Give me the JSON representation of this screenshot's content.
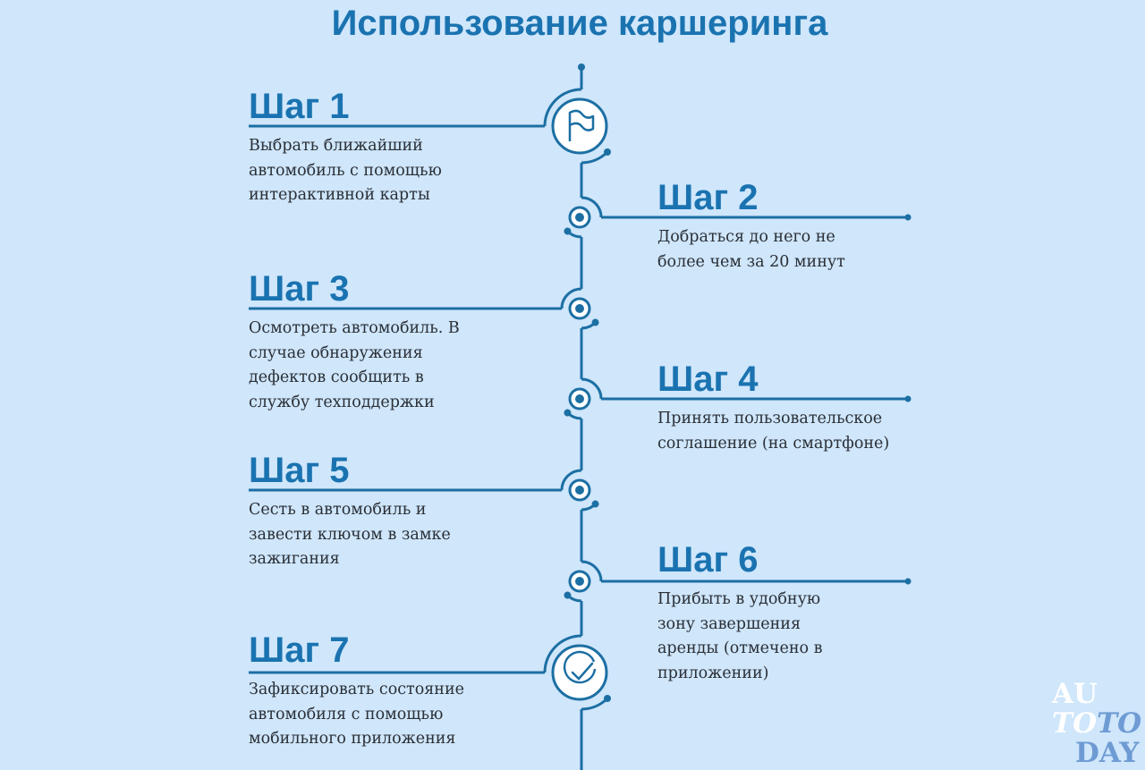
{
  "title": "Использование каршеринга",
  "steps": [
    {
      "heading": "Шаг 1",
      "icon": "flag-icon",
      "lines": [
        "Выбрать ближайший",
        "автомобиль с помощью",
        "интерактивной карты"
      ]
    },
    {
      "heading": "Шаг 2",
      "icon": "dot-icon",
      "lines": [
        "Добраться до него не",
        "более чем за 20 минут"
      ]
    },
    {
      "heading": "Шаг 3",
      "icon": "dot-icon",
      "lines": [
        "Осмотреть автомобиль. В",
        "случае обнаружения",
        "дефектов сообщить в",
        "службу техподдержки"
      ]
    },
    {
      "heading": "Шаг 4",
      "icon": "dot-icon",
      "lines": [
        "Принять пользовательское",
        "соглашение (на смартфоне)"
      ]
    },
    {
      "heading": "Шаг 5",
      "icon": "dot-icon",
      "lines": [
        "Сесть в автомобиль и",
        "завести ключом в замке",
        "зажигания"
      ]
    },
    {
      "heading": "Шаг 6",
      "icon": "dot-icon",
      "lines": [
        "Прибыть в удобную",
        "зону завершения",
        "аренды (отмечено в",
        "приложении)"
      ]
    },
    {
      "heading": "Шаг 7",
      "icon": "check-icon",
      "lines": [
        "Зафиксировать состояние",
        "автомобиля с помощью",
        "мобильного приложения"
      ]
    }
  ],
  "logo": {
    "line1": "AU",
    "line2a": "TO",
    "line2b": "TO",
    "line3": "DAY"
  },
  "colors": {
    "accent": "#1a73b0",
    "line": "#1c6fa3",
    "background": "#cfe6fb"
  }
}
